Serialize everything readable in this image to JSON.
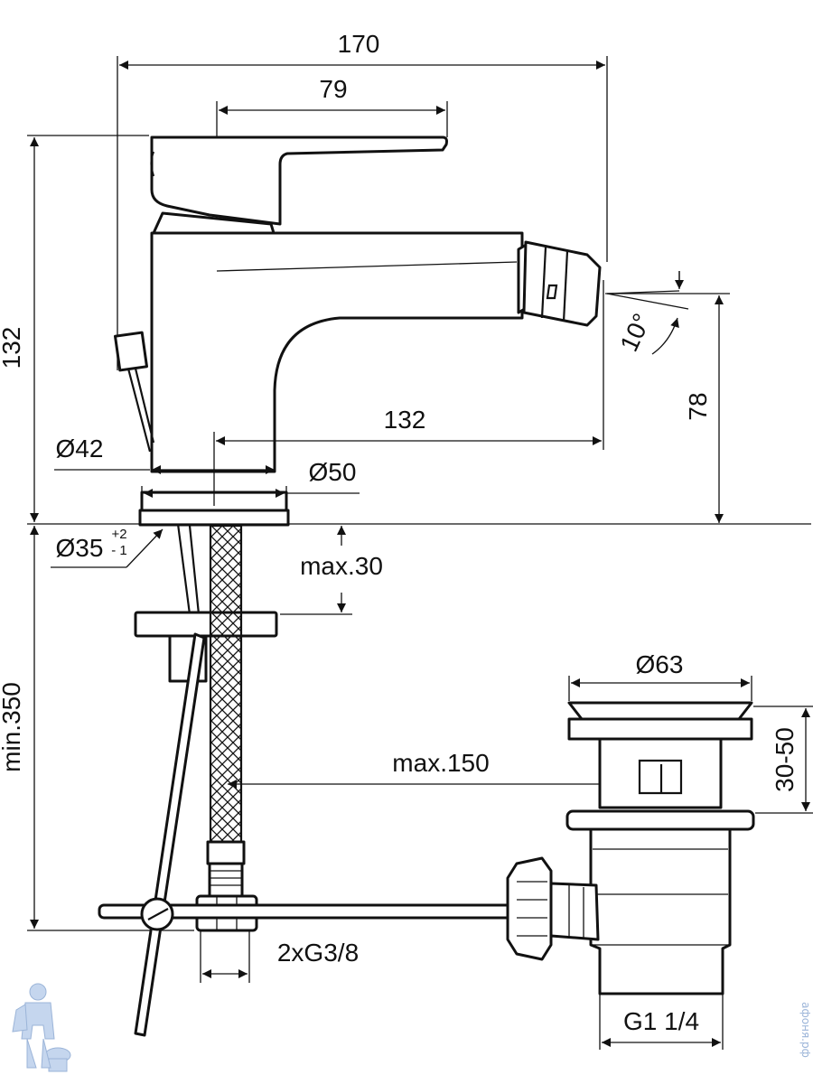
{
  "dimensions": {
    "overall_width": "170",
    "handle_reach": "79",
    "height": "132",
    "spout_reach": "132",
    "outlet_height": "78",
    "tilt_angle": "10°",
    "base_diameter_inner": "Ø42",
    "base_diameter": "Ø50",
    "hole_diameter": "Ø35",
    "hole_tol_plus": "+2",
    "hole_tol_minus": "- 1",
    "max_thickness": "max.30",
    "hose_length": "min.350",
    "waste_flange_diameter": "Ø63",
    "waste_body_range": "30-50",
    "rod_length": "max.150",
    "supply_connection": "2xG3/8",
    "waste_thread": "G1 1/4"
  },
  "watermark": {
    "text": "афоня.рф",
    "icon": "plumber-mascot-icon"
  },
  "colors": {
    "line": "#111111",
    "background": "#ffffff",
    "watermark": "#9bb4d8"
  }
}
